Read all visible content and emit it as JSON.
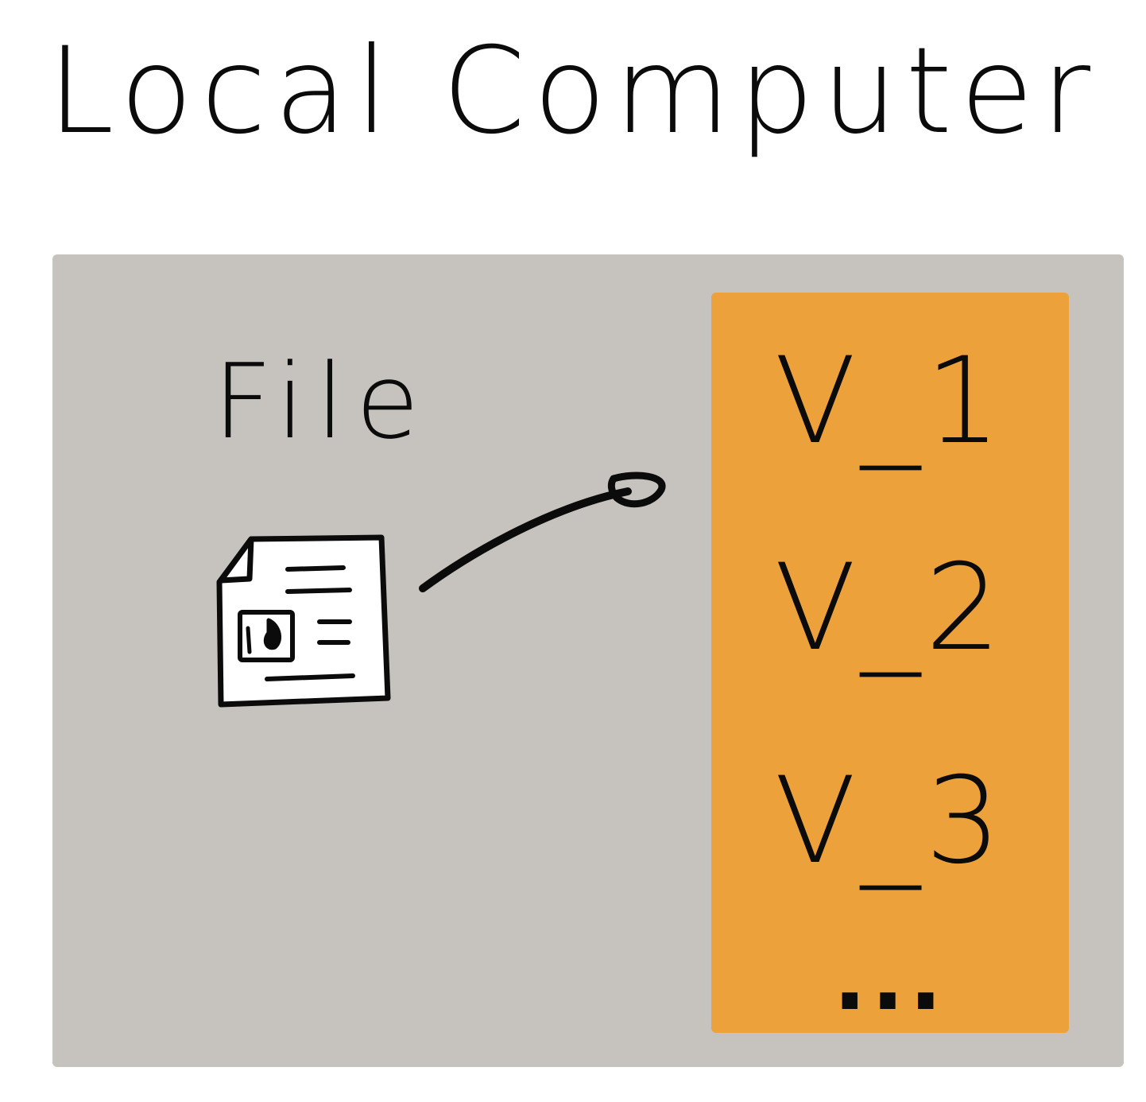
{
  "title": "Local Computer",
  "file": {
    "label": "File"
  },
  "versions": {
    "items": [
      "V_1",
      "V_2",
      "V_3"
    ],
    "more": "..."
  },
  "colors": {
    "panel": "#c6c3be",
    "versions_box": "#eca13a",
    "ink": "#0b0b0b"
  },
  "icons": {
    "file": "document-icon",
    "arrow": "arrow-icon"
  }
}
